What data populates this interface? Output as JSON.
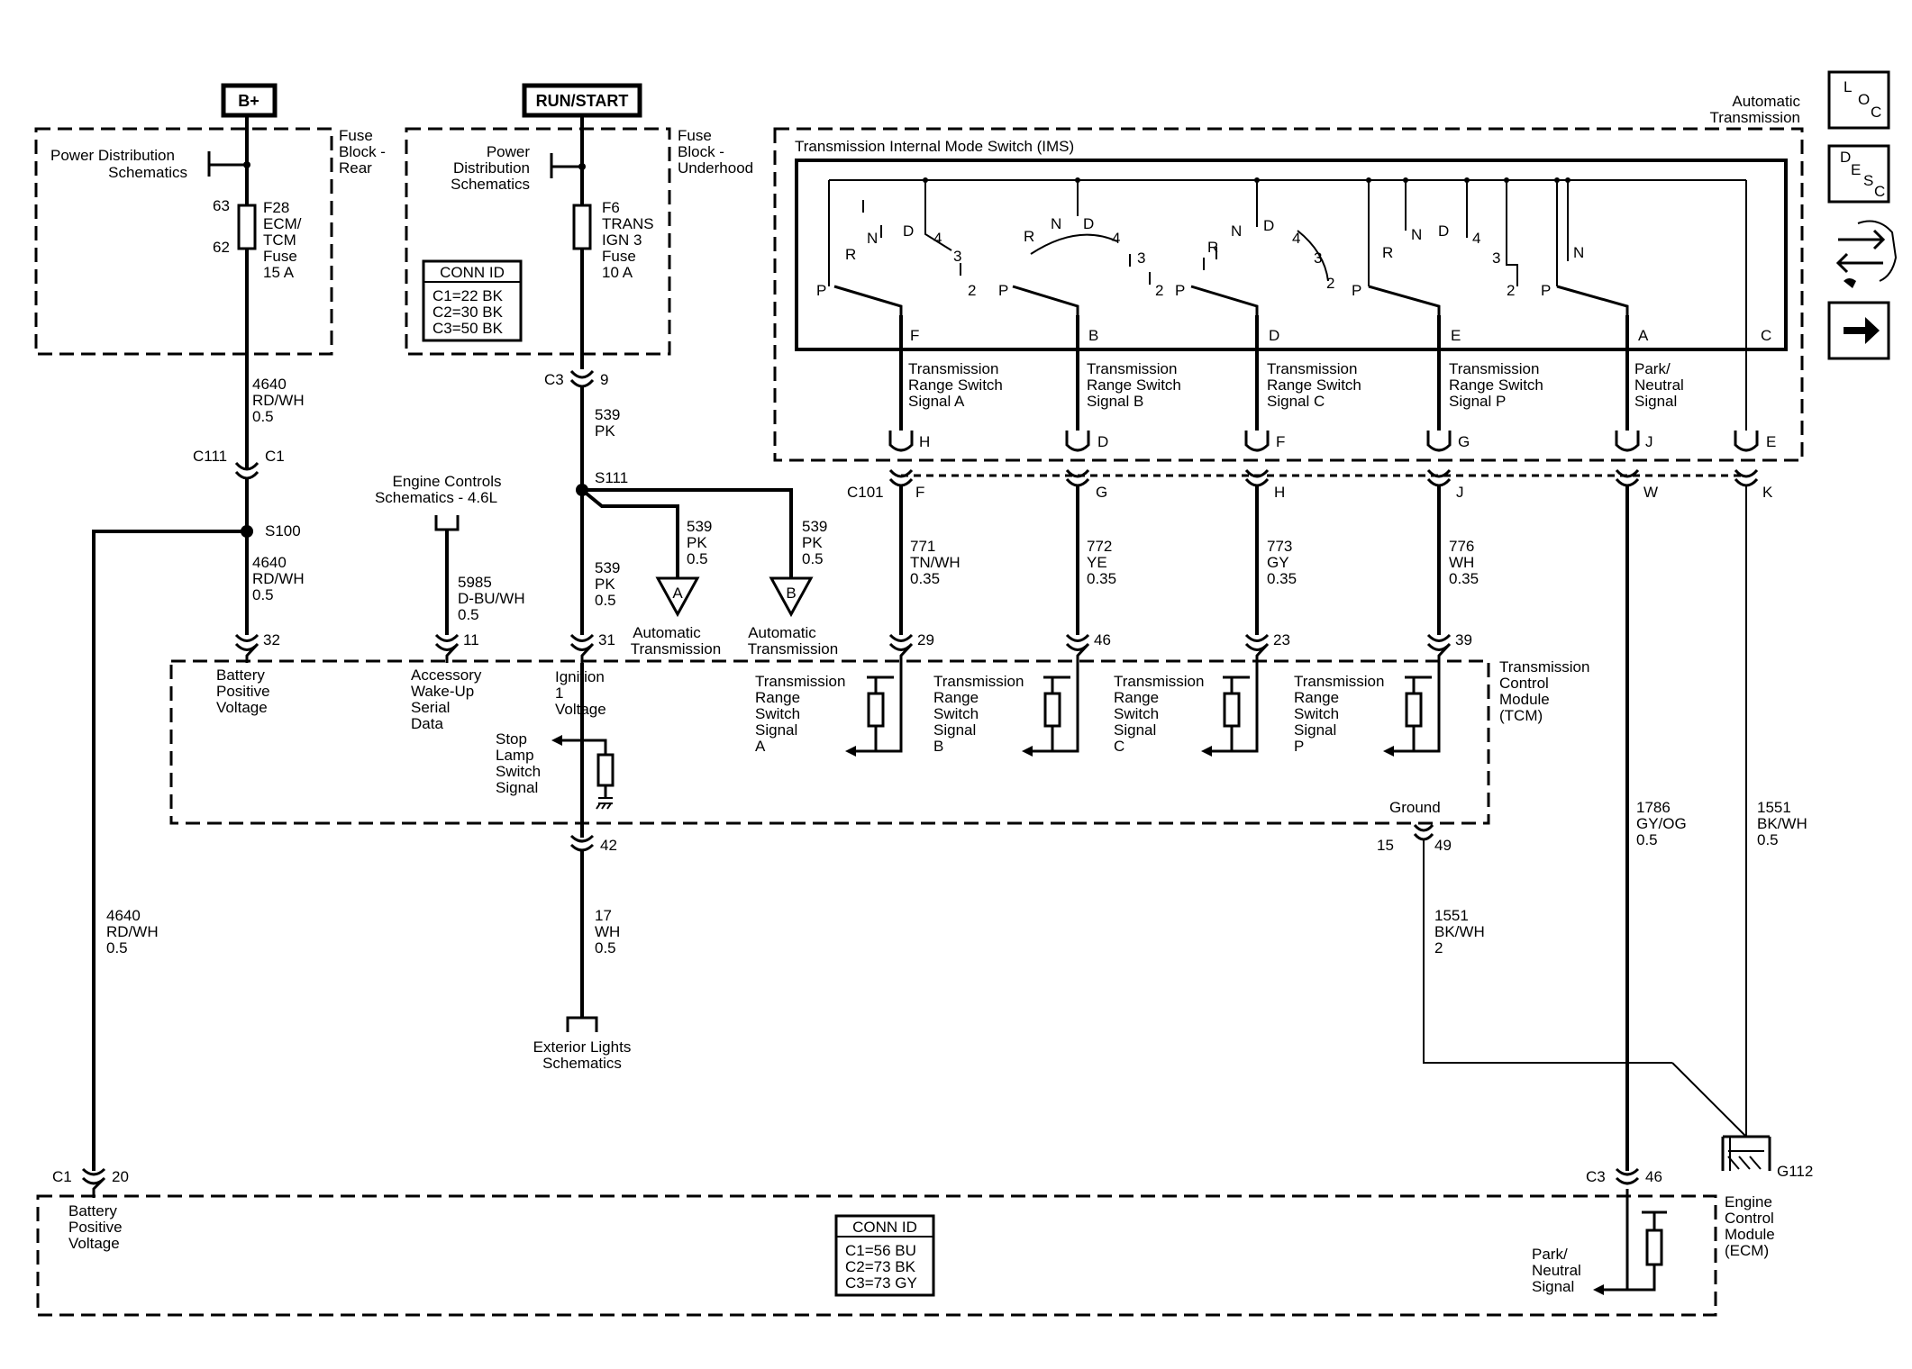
{
  "supply": {
    "bplus": "B+",
    "runstart": "RUN/START",
    "pdsRear": [
      "Power Distribution",
      "Schematics"
    ],
    "pdsUnder": [
      "Power",
      "Distribution",
      "Schematics"
    ],
    "fuseBlockRear": [
      "Fuse",
      "Block -",
      "Rear"
    ],
    "fuseBlockUnder": [
      "Fuse",
      "Block -",
      "Underhood"
    ],
    "f28": [
      "F28",
      "ECM/",
      "TCM",
      "Fuse",
      "15 A"
    ],
    "f28Pins": [
      "63",
      "62"
    ],
    "f6": [
      "F6",
      "TRANS",
      "IGN 3",
      "Fuse",
      "10 A"
    ],
    "connIdTop": {
      "title": "CONN ID",
      "rows": [
        "C1=22 BK",
        "C2=30 BK",
        "C3=50 BK"
      ]
    }
  },
  "wires": {
    "w4640a": [
      "4640",
      "RD/WH",
      "0.5"
    ],
    "w4640b": [
      "4640",
      "RD/WH",
      "0.5"
    ],
    "w4640c": [
      "4640",
      "RD/WH",
      "0.5"
    ],
    "w539": [
      "539",
      "PK"
    ],
    "w539a": [
      "539",
      "PK",
      "0.5"
    ],
    "w539b": [
      "539",
      "PK",
      "0.5"
    ],
    "w539c": [
      "539",
      "PK",
      "0.5"
    ],
    "w5985": [
      "5985",
      "D-BU/WH",
      "0.5"
    ],
    "w771": [
      "771",
      "TN/WH",
      "0.35"
    ],
    "w772": [
      "772",
      "YE",
      "0.35"
    ],
    "w773": [
      "773",
      "GY",
      "0.35"
    ],
    "w776": [
      "776",
      "WH",
      "0.35"
    ],
    "w17": [
      "17",
      "WH",
      "0.5"
    ],
    "w1551a": [
      "1551",
      "BK/WH",
      "2"
    ],
    "w1551b": [
      "1551",
      "BK/WH",
      "0.5"
    ],
    "w1786": [
      "1786",
      "GY/OG",
      "0.5"
    ]
  },
  "connectors": {
    "c3_9": [
      "C3",
      "9"
    ],
    "c111": [
      "C111",
      "C1"
    ],
    "s100": "S100",
    "s111": "S111",
    "c101": "C101",
    "c1_20": [
      "C1",
      "20"
    ],
    "c3_46": [
      "C3",
      "46"
    ],
    "g112": "G112",
    "ground": "Ground",
    "gndPins": [
      "15",
      "49"
    ],
    "pin42": "42"
  },
  "refs": {
    "engineControls": [
      "Engine Controls",
      "Schematics - 4.6L"
    ],
    "autoTrans": [
      "Automatic",
      "Transmission"
    ],
    "offA": "A",
    "offB": "B",
    "exteriorLights": [
      "Exterior Lights",
      "Schematics"
    ]
  },
  "tcm": {
    "title": [
      "Transmission",
      "Control",
      "Module",
      "(TCM)"
    ],
    "pins": {
      "p32": "32",
      "p11": "11",
      "p31": "31",
      "p29": "29",
      "p46": "46",
      "p23": "23",
      "p39": "39"
    },
    "battery": [
      "Battery",
      "Positive",
      "Voltage"
    ],
    "wake": [
      "Accessory",
      "Wake-Up",
      "Serial",
      "Data"
    ],
    "ignition": [
      "Ignition",
      "1",
      "Voltage"
    ],
    "stopLamp": [
      "Stop",
      "Lamp",
      "Switch",
      "Signal"
    ],
    "sigA": [
      "Transmission",
      "Range",
      "Switch",
      "Signal",
      "A"
    ],
    "sigB": [
      "Transmission",
      "Range",
      "Switch",
      "Signal",
      "B"
    ],
    "sigC": [
      "Transmission",
      "Range",
      "Switch",
      "Signal",
      "C"
    ],
    "sigP": [
      "Transmission",
      "Range",
      "Switch",
      "Signal",
      "P"
    ]
  },
  "ims": {
    "title": "Transmission Internal Mode Switch (IMS)",
    "autoTrans": [
      "Automatic",
      "Transmission"
    ],
    "pins": [
      "F",
      "B",
      "D",
      "E",
      "A",
      "C"
    ],
    "sw1": [
      "R",
      "N",
      "D",
      "4",
      "3",
      "2",
      "P"
    ],
    "sw2": [
      "R",
      "N",
      "D",
      "4",
      "3",
      "2",
      "P"
    ],
    "sw3": [
      "R",
      "N",
      "D",
      "4",
      "3",
      "2",
      "P"
    ],
    "sw4": [
      "R",
      "N",
      "D",
      "4",
      "3",
      "2",
      "P"
    ],
    "sw5": [
      "N",
      "P"
    ],
    "sigA": [
      "Transmission",
      "Range Switch",
      "Signal A"
    ],
    "sigB": [
      "Transmission",
      "Range Switch",
      "Signal B"
    ],
    "sigC": [
      "Transmission",
      "Range Switch",
      "Signal C"
    ],
    "sigP": [
      "Transmission",
      "Range Switch",
      "Signal P"
    ],
    "park": [
      "Park/",
      "Neutral",
      "Signal"
    ],
    "c2pins": [
      "H",
      "D",
      "F",
      "G",
      "J",
      "E"
    ],
    "c101pins": [
      "F",
      "G",
      "H",
      "J",
      "W",
      "K"
    ]
  },
  "ecm": {
    "title": [
      "Engine",
      "Control",
      "Module",
      "(ECM)"
    ],
    "battery": [
      "Battery",
      "Positive",
      "Voltage"
    ],
    "park": [
      "Park/",
      "Neutral",
      "Signal"
    ],
    "connId": {
      "title": "CONN ID",
      "rows": [
        "C1=56 BU",
        "C2=73 BK",
        "C3=73 GY"
      ]
    }
  },
  "sideIcons": {
    "loc": [
      "L",
      "O",
      "C"
    ],
    "desc": [
      "D",
      "E",
      "S",
      "C"
    ]
  }
}
